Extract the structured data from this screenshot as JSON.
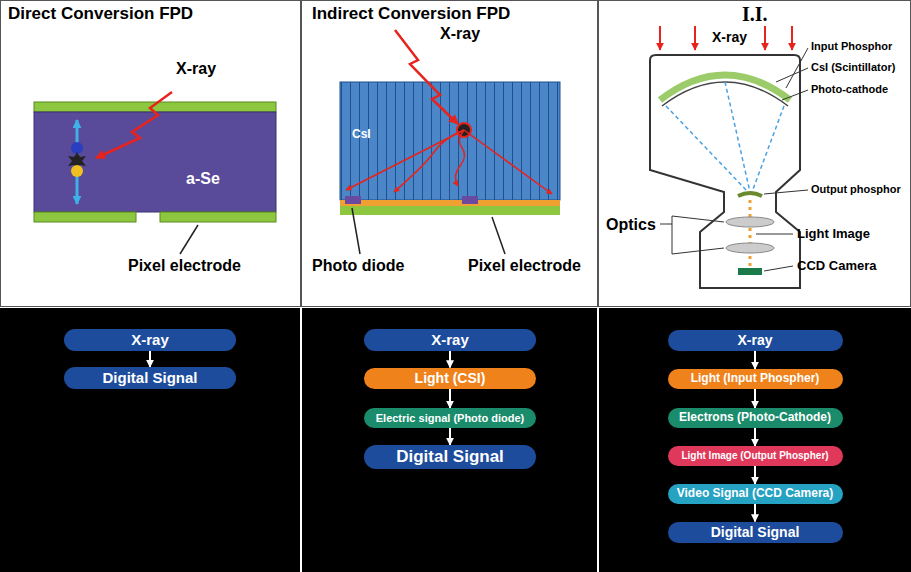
{
  "diagram": {
    "nodes": [
      {
        "text": [
          "X-ray"
        ]
      },
      {
        "text": [
          "Digital Signal"
        ]
      },
      {
        "text": [
          "X-ray"
        ]
      },
      {
        "text": [
          "Light (CSI)"
        ]
      },
      {
        "text": [
          "Electric signal (Photo diode)"
        ]
      },
      {
        "text": [
          "Digital Signal"
        ]
      },
      {
        "text": [
          "X-ray"
        ]
      },
      {
        "text": [
          "Light (Input Phospher)"
        ]
      },
      {
        "text": [
          "Electrons (Photo-Cathode)"
        ]
      },
      {
        "text": [
          "Light Image (Output Phospher)"
        ]
      },
      {
        "text": [
          "Video Signal (CCD Camera)"
        ]
      },
      {
        "text": [
          "Digital Signal"
        ]
      }
    ],
    "edges": [
      {
        "from": 0,
        "to": 1,
        "arrow": "to"
      },
      {
        "from": 2,
        "to": 3,
        "arrow": "to"
      },
      {
        "from": 3,
        "to": 4,
        "arrow": "to"
      },
      {
        "from": 4,
        "to": 5,
        "arrow": "to"
      },
      {
        "from": 6,
        "to": 7,
        "arrow": "to"
      },
      {
        "from": 7,
        "to": 8,
        "arrow": "to"
      },
      {
        "from": 8,
        "to": 9,
        "arrow": "to"
      },
      {
        "from": 9,
        "to": 10,
        "arrow": "to"
      },
      {
        "from": 10,
        "to": 11,
        "arrow": "to"
      }
    ],
    "labels": [
      "Direct Conversion FPD",
      "X-ray",
      "a-Se",
      "Pixel electrode",
      "Indirect Conversion FPD",
      "X-ray",
      "CsI",
      "Photo diode",
      "Pixel electrode",
      "I.I.",
      "X-ray",
      "Input Phosphor",
      "CsI (Scintillator)",
      "Photo-cathode",
      "Output phosphor",
      "Optics",
      "Light Image",
      "CCD Camera"
    ]
  }
}
